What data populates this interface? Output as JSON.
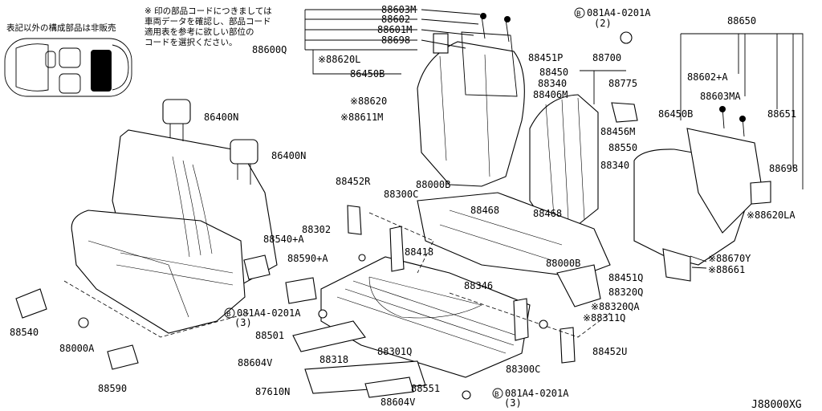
{
  "notes": {
    "top": [
      "※ 印の部品コードにつきましては",
      "車両データを確認し、部品コード",
      "適用表を参考に欲しい部位の",
      "コードを選択ください。"
    ],
    "inset_title": "表記以外の構成部品は非販売"
  },
  "labels": {
    "l88603M": "88603M",
    "l88602": "88602",
    "l88601M": "88601M",
    "l88698a": "88698",
    "l88600Q": "88600Q",
    "l88620L": "※88620L",
    "l86450B_a": "86450B",
    "lB081_a": "081A4-0201A",
    "lB081_a_q": "(2)",
    "l88650": "88650",
    "l88451P": "88451P",
    "l88450": "88450",
    "l88700": "88700",
    "l88340a": "88340",
    "l88775": "88775",
    "l88620": "※88620",
    "l88406M": "88406M",
    "l88611M": "※88611M",
    "l86400N_a": "86400N",
    "l86400N_b": "86400N",
    "l88602A": "88602+A",
    "l86450B_b": "86450B",
    "l88603MA": "88603MA",
    "l88651": "88651",
    "l88456M": "88456M",
    "l88550": "88550",
    "l88340b": "88340",
    "l88698b": "88698",
    "l88620LA": "※88620LA",
    "l88000B_a": "88000B",
    "l88452R": "88452R",
    "l88300C_a": "88300C",
    "l88468a": "88468",
    "l88468b": "88468",
    "l88302": "88302",
    "l88540A": "88540+A",
    "l88590A": "88590+A",
    "l88418": "88418",
    "l88346": "88346",
    "l88670Y": "※88670Y",
    "l88661": "※88661",
    "l88000B_b": "88000B",
    "l88451Q": "88451Q",
    "l88320Q": "88320Q",
    "l88320QA": "※88320QA",
    "l88311Q": "※88311Q",
    "lB081_b": "081A4-0201A",
    "lB081_b_q": "(3)",
    "l88501": "88501",
    "l88540": "88540",
    "l88000A": "88000A",
    "l88318": "88318",
    "l88301Q": "88301Q",
    "l88604V_a": "88604V",
    "l88300C_b": "88300C",
    "l88452U": "88452U",
    "l88590": "88590",
    "l88551": "88551",
    "l87610N": "87610N",
    "l88604V_b": "88604V",
    "lB081_c": "081A4-0201A",
    "lB081_c_q": "(3)",
    "diagram_code": "J88000XG"
  }
}
